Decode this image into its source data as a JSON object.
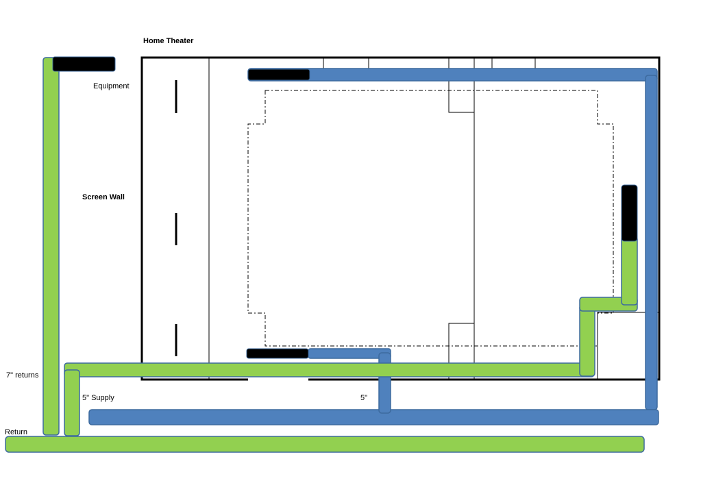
{
  "labels": {
    "title": "Home Theater",
    "equipment": "Equipment",
    "screen_wall": "Screen Wall",
    "returns_7in": "7\" returns",
    "supply_5in": "5\" Supply",
    "five_in": "5\"",
    "return": "Return"
  },
  "colors": {
    "return_duct": "#92d050",
    "supply_duct": "#4f81bd",
    "duct_stroke": "#3d6a9e",
    "register": "#000000",
    "wall": "#000000"
  }
}
